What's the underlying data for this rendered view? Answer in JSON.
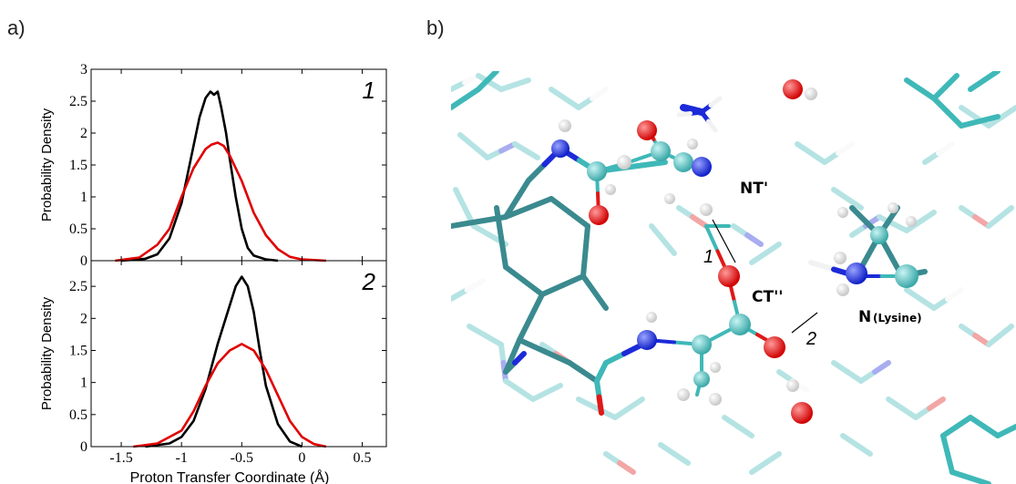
{
  "figure": {
    "panel_a_label": "a)",
    "panel_b_label": "b)"
  },
  "chart_data": [
    {
      "type": "line",
      "panel_number": "1",
      "ylabel": "Probability Density",
      "xlim": [
        -1.75,
        0.7
      ],
      "ylim": [
        0,
        3
      ],
      "yticks": [
        0,
        0.5,
        1,
        1.5,
        2,
        2.5,
        3
      ],
      "ytick_labels": [
        "0",
        "0.5",
        "1",
        "1.5",
        "2",
        "2.5",
        "3"
      ],
      "series": [
        {
          "color": "#000000",
          "x": [
            -1.5,
            -1.3,
            -1.2,
            -1.1,
            -1.0,
            -0.9,
            -0.85,
            -0.8,
            -0.76,
            -0.73,
            -0.7,
            -0.67,
            -0.63,
            -0.6,
            -0.55,
            -0.5,
            -0.45,
            -0.4,
            -0.3,
            -0.2
          ],
          "y": [
            0.0,
            0.03,
            0.1,
            0.35,
            0.9,
            1.8,
            2.25,
            2.55,
            2.65,
            2.6,
            2.65,
            2.4,
            2.0,
            1.6,
            1.0,
            0.5,
            0.2,
            0.08,
            0.02,
            0.0
          ]
        },
        {
          "color": "#e00000",
          "x": [
            -1.55,
            -1.35,
            -1.2,
            -1.1,
            -1.0,
            -0.9,
            -0.8,
            -0.75,
            -0.7,
            -0.65,
            -0.6,
            -0.5,
            -0.4,
            -0.3,
            -0.2,
            -0.1,
            0.0,
            0.2
          ],
          "y": [
            0.0,
            0.05,
            0.25,
            0.5,
            1.0,
            1.45,
            1.75,
            1.82,
            1.85,
            1.8,
            1.65,
            1.25,
            0.75,
            0.4,
            0.18,
            0.06,
            0.02,
            0.0
          ]
        }
      ]
    },
    {
      "type": "line",
      "panel_number": "2",
      "ylabel": "Probability Density",
      "xlabel": "Proton Transfer Coordinate (Å)",
      "xlim": [
        -1.75,
        0.7
      ],
      "ylim": [
        0,
        2.9
      ],
      "yticks": [
        0,
        0.5,
        1,
        1.5,
        2,
        2.5
      ],
      "ytick_labels": [
        "0",
        "0.5",
        "1",
        "1.5",
        "2",
        "2.5"
      ],
      "xticks": [
        -1.5,
        -1.0,
        -0.5,
        0.0,
        0.5
      ],
      "xtick_labels": [
        "-1.5",
        "-1",
        "-0.5",
        "0",
        "0.5"
      ],
      "series": [
        {
          "color": "#000000",
          "x": [
            -1.3,
            -1.1,
            -1.0,
            -0.9,
            -0.8,
            -0.7,
            -0.6,
            -0.55,
            -0.5,
            -0.45,
            -0.4,
            -0.35,
            -0.3,
            -0.2,
            -0.1,
            0.0
          ],
          "y": [
            0.0,
            0.05,
            0.15,
            0.4,
            0.9,
            1.6,
            2.2,
            2.5,
            2.65,
            2.5,
            2.1,
            1.5,
            0.95,
            0.35,
            0.08,
            0.0
          ]
        },
        {
          "color": "#e00000",
          "x": [
            -1.4,
            -1.2,
            -1.0,
            -0.9,
            -0.8,
            -0.7,
            -0.6,
            -0.55,
            -0.5,
            -0.45,
            -0.4,
            -0.3,
            -0.2,
            -0.1,
            0.0,
            0.1,
            0.2
          ],
          "y": [
            0.0,
            0.05,
            0.25,
            0.55,
            0.95,
            1.3,
            1.5,
            1.55,
            1.6,
            1.55,
            1.5,
            1.2,
            0.8,
            0.4,
            0.15,
            0.04,
            0.0
          ]
        }
      ]
    }
  ],
  "molecule_labels": {
    "nt": "NT'",
    "ct": "CT''",
    "n": "N",
    "lysine": "(Lysine)",
    "path1": "1",
    "path2": "2"
  },
  "colors": {
    "carbon": "#3fb8b8",
    "carbon_dark": "#3a8a8f",
    "oxygen": "#e01818",
    "nitrogen": "#1c2ad8",
    "hydrogen": "#f2f2f2"
  }
}
